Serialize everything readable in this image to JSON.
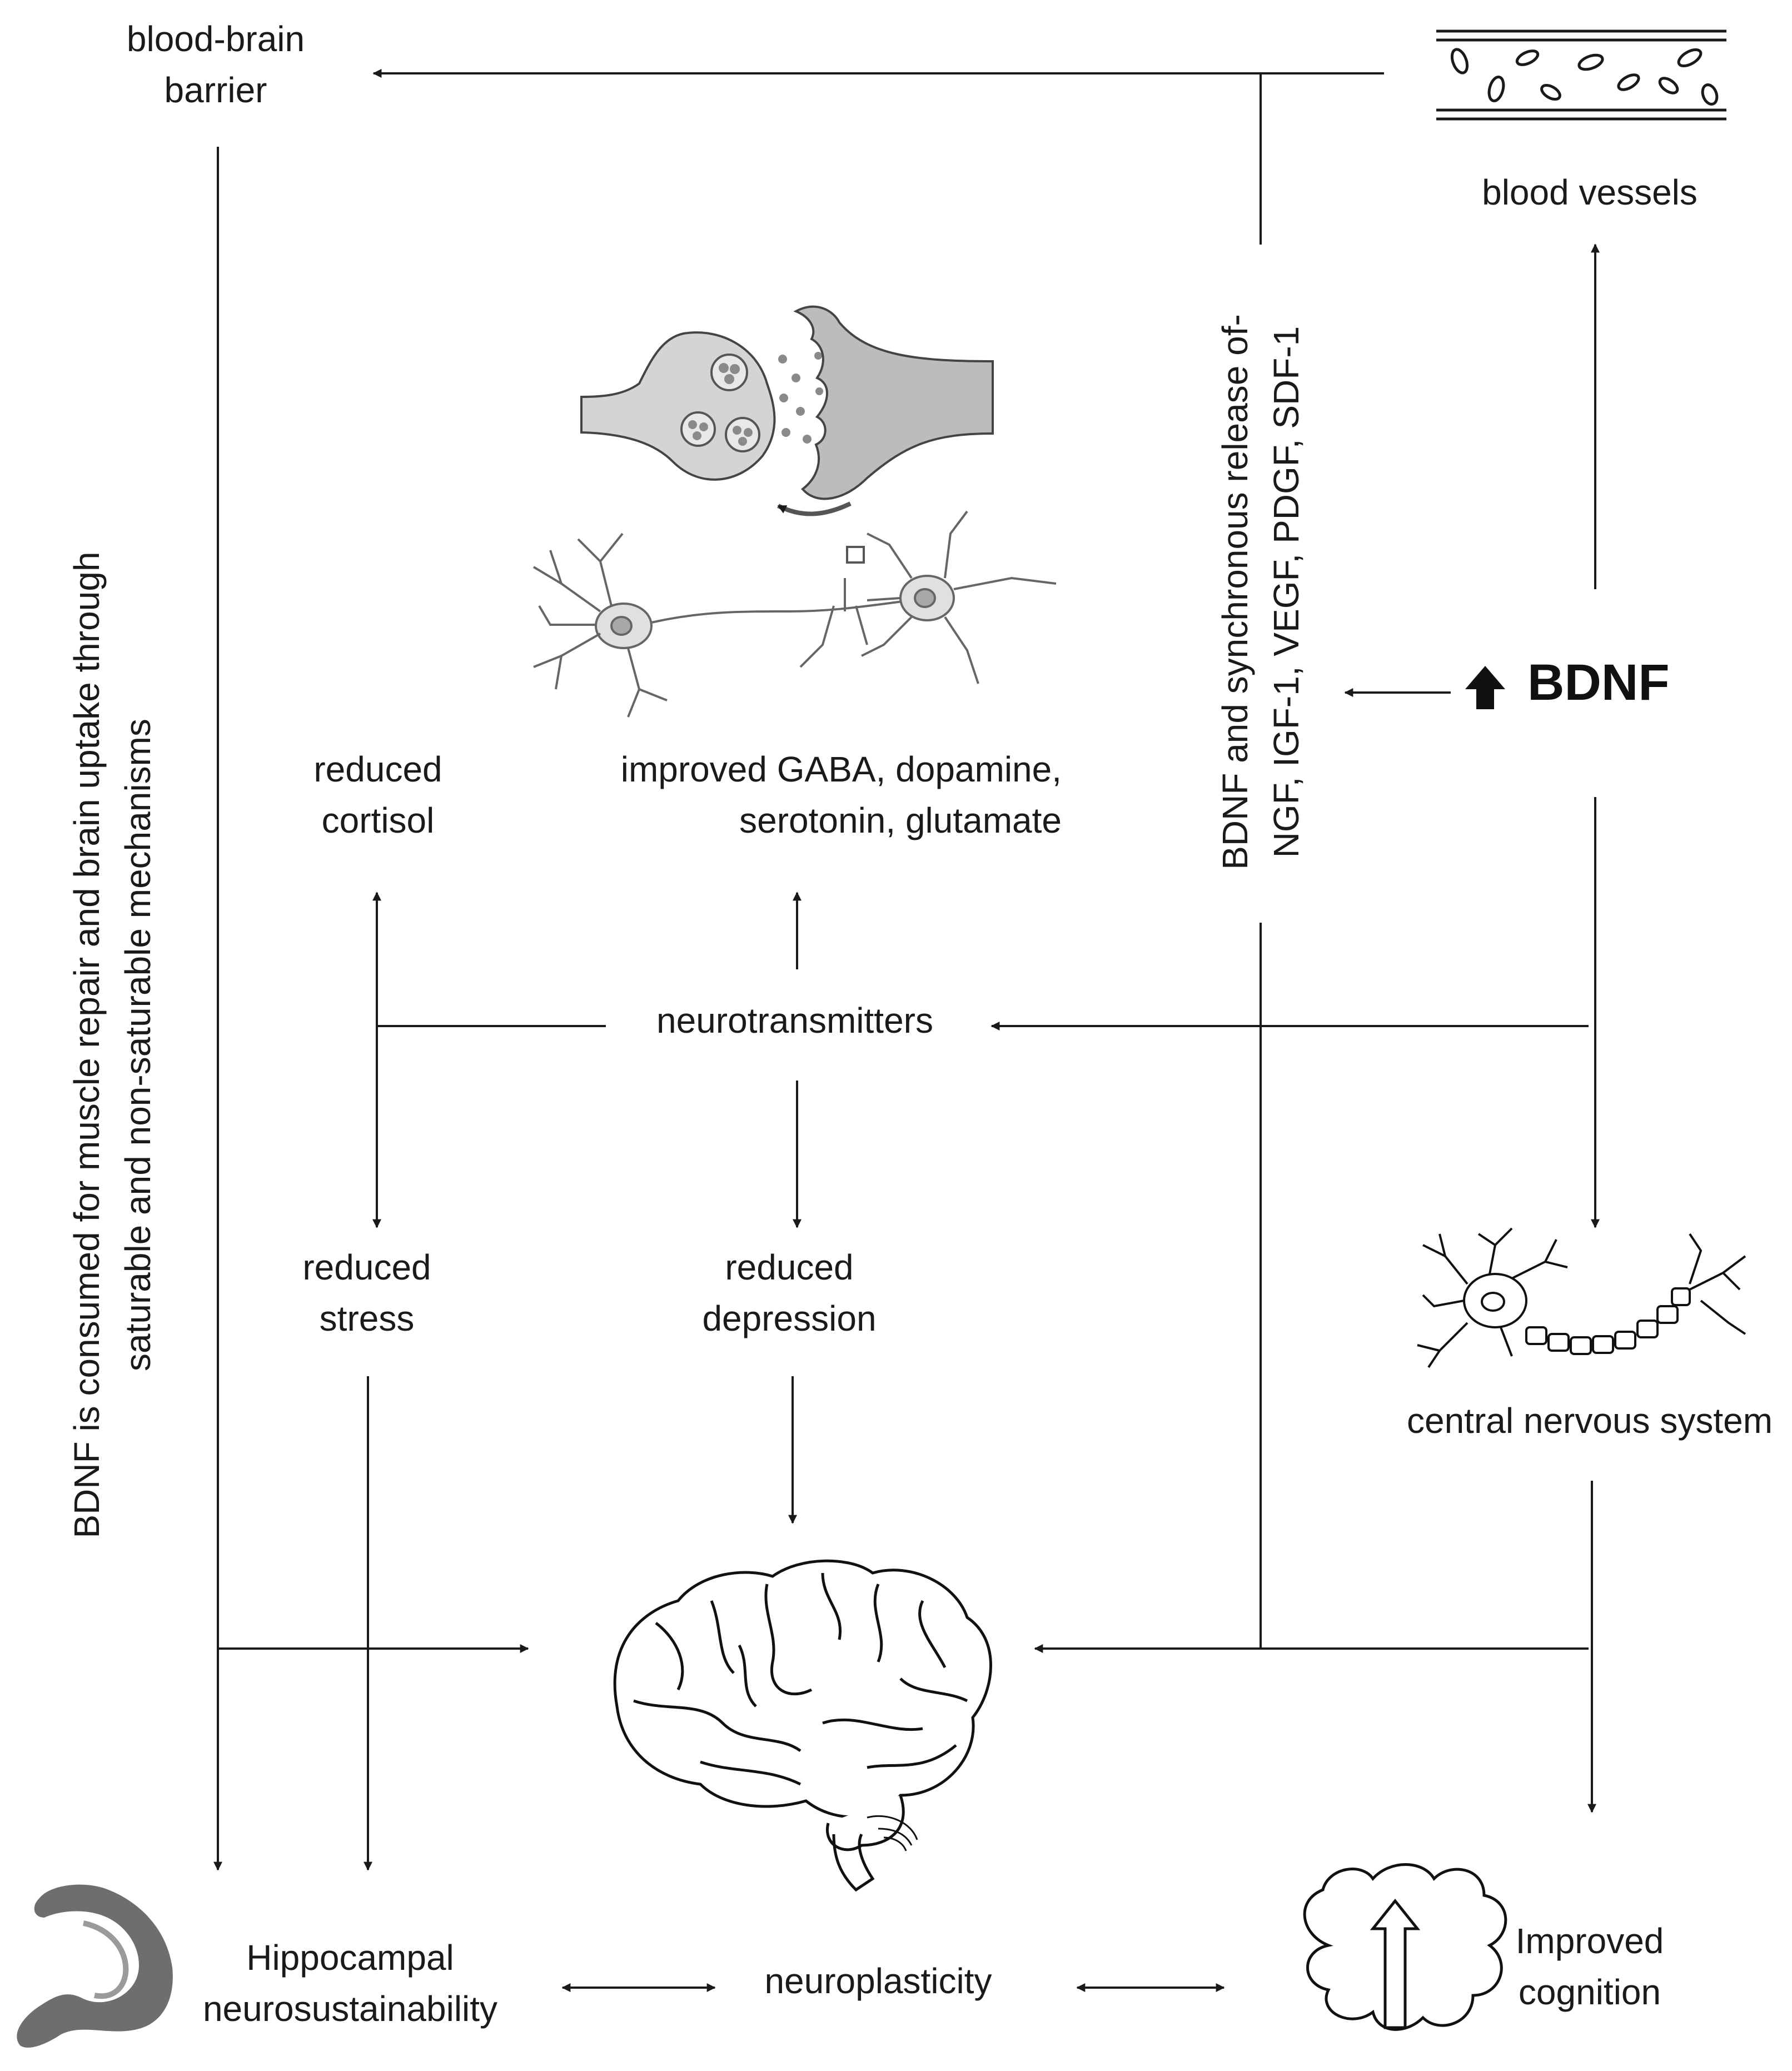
{
  "nodes": {
    "blood_brain_barrier": [
      "blood-brain",
      "barrier"
    ],
    "blood_vessels": "blood vessels",
    "bdnf": "BDNF",
    "release": [
      "BDNF and synchronous release of-",
      "NGF, IGF-1, VEGF, PDGF, SDF-1"
    ],
    "consumption": [
      "BDNF is consumed for muscle repair and brain uptake through",
      "saturable and non-saturable mechanisms"
    ],
    "reduced_cortisol": [
      "reduced",
      "cortisol"
    ],
    "improved_transmitters": [
      "improved GABA, dopamine,",
      "serotonin, glutamate"
    ],
    "neurotransmitters": "neurotransmitters",
    "reduced_stress": [
      "reduced",
      "stress"
    ],
    "reduced_depression": [
      "reduced",
      "depression"
    ],
    "cns": "central nervous system",
    "hippocampal": [
      "Hippocampal",
      "neurosustainability"
    ],
    "neuroplasticity": "neuroplasticity",
    "improved_cognition": [
      "Improved",
      "cognition"
    ]
  },
  "icons": [
    "blood-vessel-icon",
    "synapse-icon",
    "neuron-pair-icon",
    "bdnf-up-arrow-icon",
    "myelinated-neuron-icon",
    "brain-icon",
    "hippocampus-icon",
    "cognition-brain-icon"
  ],
  "colors": {
    "line": "#1a1a1a",
    "grey_dark": "#7a7a7a",
    "grey_mid": "#b5b5b5",
    "grey_light": "#d6d6d6"
  }
}
